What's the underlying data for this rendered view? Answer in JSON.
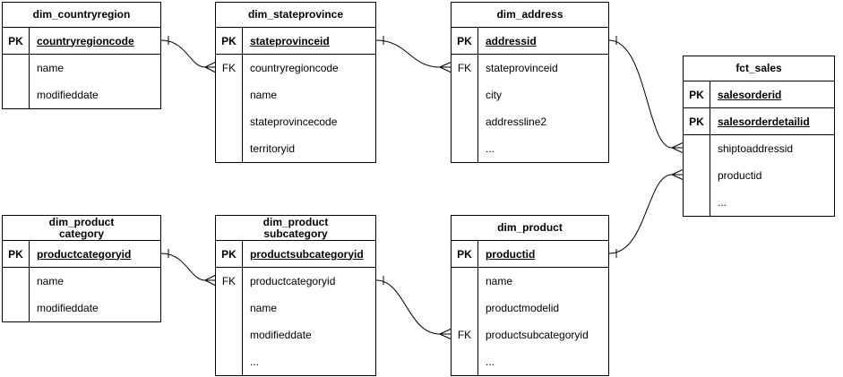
{
  "diagram": {
    "type": "entity-relationship-diagram",
    "notation": "crows-foot",
    "colors": {
      "background": "#ffffff",
      "stroke": "#000000",
      "text": "#000000"
    },
    "tables": [
      {
        "title": "dim_countryregion",
        "rows": [
          {
            "key": "PK",
            "field": "countryregioncode",
            "is_pk": true
          },
          {
            "key": "",
            "field": "name"
          },
          {
            "key": "",
            "field": "modifieddate"
          }
        ]
      },
      {
        "title": "dim_stateprovince",
        "rows": [
          {
            "key": "PK",
            "field": "stateprovinceid",
            "is_pk": true
          },
          {
            "key": "FK",
            "field": "countryregioncode"
          },
          {
            "key": "",
            "field": "name"
          },
          {
            "key": "",
            "field": "stateprovincecode"
          },
          {
            "key": "",
            "field": "territoryid"
          }
        ]
      },
      {
        "title": "dim_address",
        "rows": [
          {
            "key": "PK",
            "field": "addressid",
            "is_pk": true
          },
          {
            "key": "FK",
            "field": "stateprovinceid"
          },
          {
            "key": "",
            "field": "city"
          },
          {
            "key": "",
            "field": "addressline2"
          },
          {
            "key": "",
            "field": "..."
          }
        ]
      },
      {
        "title": "fct_sales",
        "rows": [
          {
            "key": "PK",
            "field": "salesorderid",
            "is_pk": true
          },
          {
            "key": "PK",
            "field": "salesorderdetailid",
            "is_pk": true
          },
          {
            "key": "",
            "field": "shiptoaddressid"
          },
          {
            "key": "",
            "field": "productid"
          },
          {
            "key": "",
            "field": "..."
          }
        ]
      },
      {
        "title": "dim_product\ncategory",
        "rows": [
          {
            "key": "PK",
            "field": "productcategoryid",
            "is_pk": true
          },
          {
            "key": "",
            "field": "name"
          },
          {
            "key": "",
            "field": "modifieddate"
          }
        ]
      },
      {
        "title": "dim_product\nsubcategory",
        "rows": [
          {
            "key": "PK",
            "field": "productsubcategoryid",
            "is_pk": true
          },
          {
            "key": "FK",
            "field": "productcategoryid"
          },
          {
            "key": "",
            "field": "name"
          },
          {
            "key": "",
            "field": "modifieddate"
          },
          {
            "key": "",
            "field": "..."
          }
        ]
      },
      {
        "title": "dim_product",
        "rows": [
          {
            "key": "PK",
            "field": "productid",
            "is_pk": true
          },
          {
            "key": "",
            "field": "name"
          },
          {
            "key": "",
            "field": "productmodelid"
          },
          {
            "key": "FK",
            "field": "productsubcategoryid"
          },
          {
            "key": "",
            "field": "..."
          }
        ]
      }
    ],
    "relationships": [
      {
        "from": "dim_countryregion",
        "from_column": "countryregioncode",
        "from_end": "one",
        "to": "dim_stateprovince",
        "to_column": "countryregioncode",
        "to_end": "many"
      },
      {
        "from": "dim_stateprovince",
        "from_column": "stateprovinceid",
        "from_end": "one",
        "to": "dim_address",
        "to_column": "stateprovinceid",
        "to_end": "many"
      },
      {
        "from": "dim_address",
        "from_column": "addressid",
        "from_end": "one",
        "to": "fct_sales",
        "to_column": "shiptoaddressid",
        "to_end": "many"
      },
      {
        "from": "dim_product",
        "from_column": "productid",
        "from_end": "one",
        "to": "fct_sales",
        "to_column": "productid",
        "to_end": "many"
      },
      {
        "from": "dim_product category",
        "from_column": "productcategoryid",
        "from_end": "one",
        "to": "dim_product subcategory",
        "to_column": "productcategoryid",
        "to_end": "many"
      },
      {
        "from": "dim_product subcategory",
        "from_column": "productsubcategoryid",
        "from_end": "one",
        "to": "dim_product",
        "to_column": "productsubcategoryid",
        "to_end": "many"
      }
    ]
  }
}
